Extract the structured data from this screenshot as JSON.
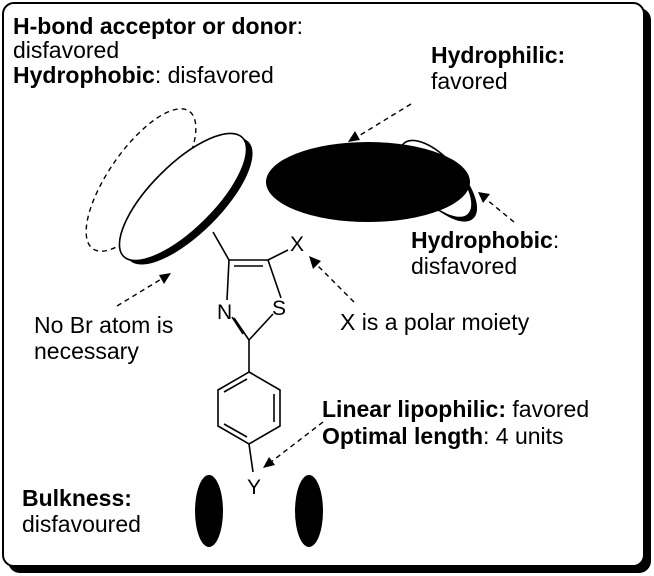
{
  "annotations": {
    "hbond_title": "H-bond acceptor or donor",
    "hbond_colon": ":",
    "hbond_status": "disfavored",
    "hydrophobic_top_label": "Hydrophobic",
    "hydrophobic_top_status": ": disfavored",
    "hydrophilic_label": "Hydrophilic:",
    "hydrophilic_status": "favored",
    "hydrophobic_right_label": "Hydrophobic",
    "hydrophobic_right_colon": ":",
    "hydrophobic_right_status": "disfavored",
    "no_br_line1": "No Br atom is",
    "no_br_line2": "necessary",
    "x_polar": "X is a polar moiety",
    "linear_label": "Linear lipophilic:",
    "linear_status": " favored",
    "optimal_label": "Optimal length",
    "optimal_status": ": 4 units",
    "bulkness_label": "Bulkness:",
    "bulkness_status": "disfavoured"
  },
  "atoms": {
    "x": "X",
    "s": "S",
    "n": "N",
    "y": "Y"
  }
}
